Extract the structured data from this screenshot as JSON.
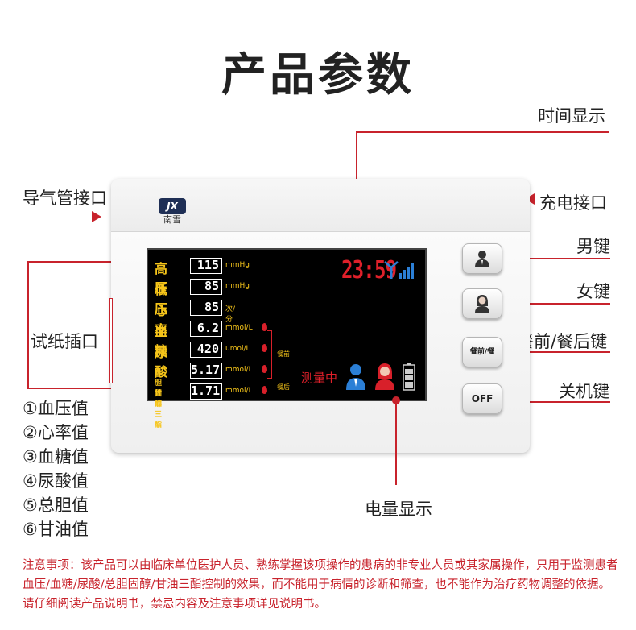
{
  "title": "产品参数",
  "labels": {
    "time_display": "时间显示",
    "air_port": "导气管接口",
    "charge_port": "充电接口",
    "male_key": "男键",
    "female_key": "女键",
    "meal_key": "餐前/餐后键",
    "power_key": "关机键",
    "strip_port": "试纸插口",
    "battery_display": "电量显示"
  },
  "device": {
    "logo_mark": "JX",
    "logo_text": "南雪",
    "time": "23:59",
    "measuring": "测量中",
    "rows": [
      {
        "label": "高压",
        "value": "115",
        "unit": "mmHg"
      },
      {
        "label": "低压",
        "value": "85",
        "unit": "mmHg"
      },
      {
        "label": "心率",
        "value": "85",
        "unit": "次/分"
      },
      {
        "label": "血糖",
        "value": "6.2",
        "unit": "mmol/L"
      },
      {
        "label": "尿酸",
        "value": "420",
        "unit": "umol/L"
      },
      {
        "label": "总胆固醇",
        "value": "5.17",
        "unit": "mmol/L"
      },
      {
        "label": "甘油三酯",
        "value": "1.71",
        "unit": "mmol/L"
      }
    ],
    "before_meal": "餐前",
    "after_meal": "餐后",
    "buttons": {
      "meal": "餐前/餐",
      "off": "OFF"
    }
  },
  "features": [
    "①血压值",
    "②心率值",
    "③血糖值",
    "④尿酸值",
    "⑤总胆值",
    "⑥甘油值"
  ],
  "notice": "注意事项：该产品可以由临床单位医护人员、熟练掌握该项操作的患病的非专业人员或其家属操作，只用于监测患者血压/血糖/尿酸/总胆固醇/甘油三酯控制的效果，而不能用于病情的诊断和筛查，也不能作为治疗药物调整的依据。请仔细阅读产品说明书，禁忌内容及注意事项详见说明书。",
  "colors": {
    "accent": "#c8232c",
    "screen_text": "#f6c51a",
    "screen_bg": "#000000"
  }
}
